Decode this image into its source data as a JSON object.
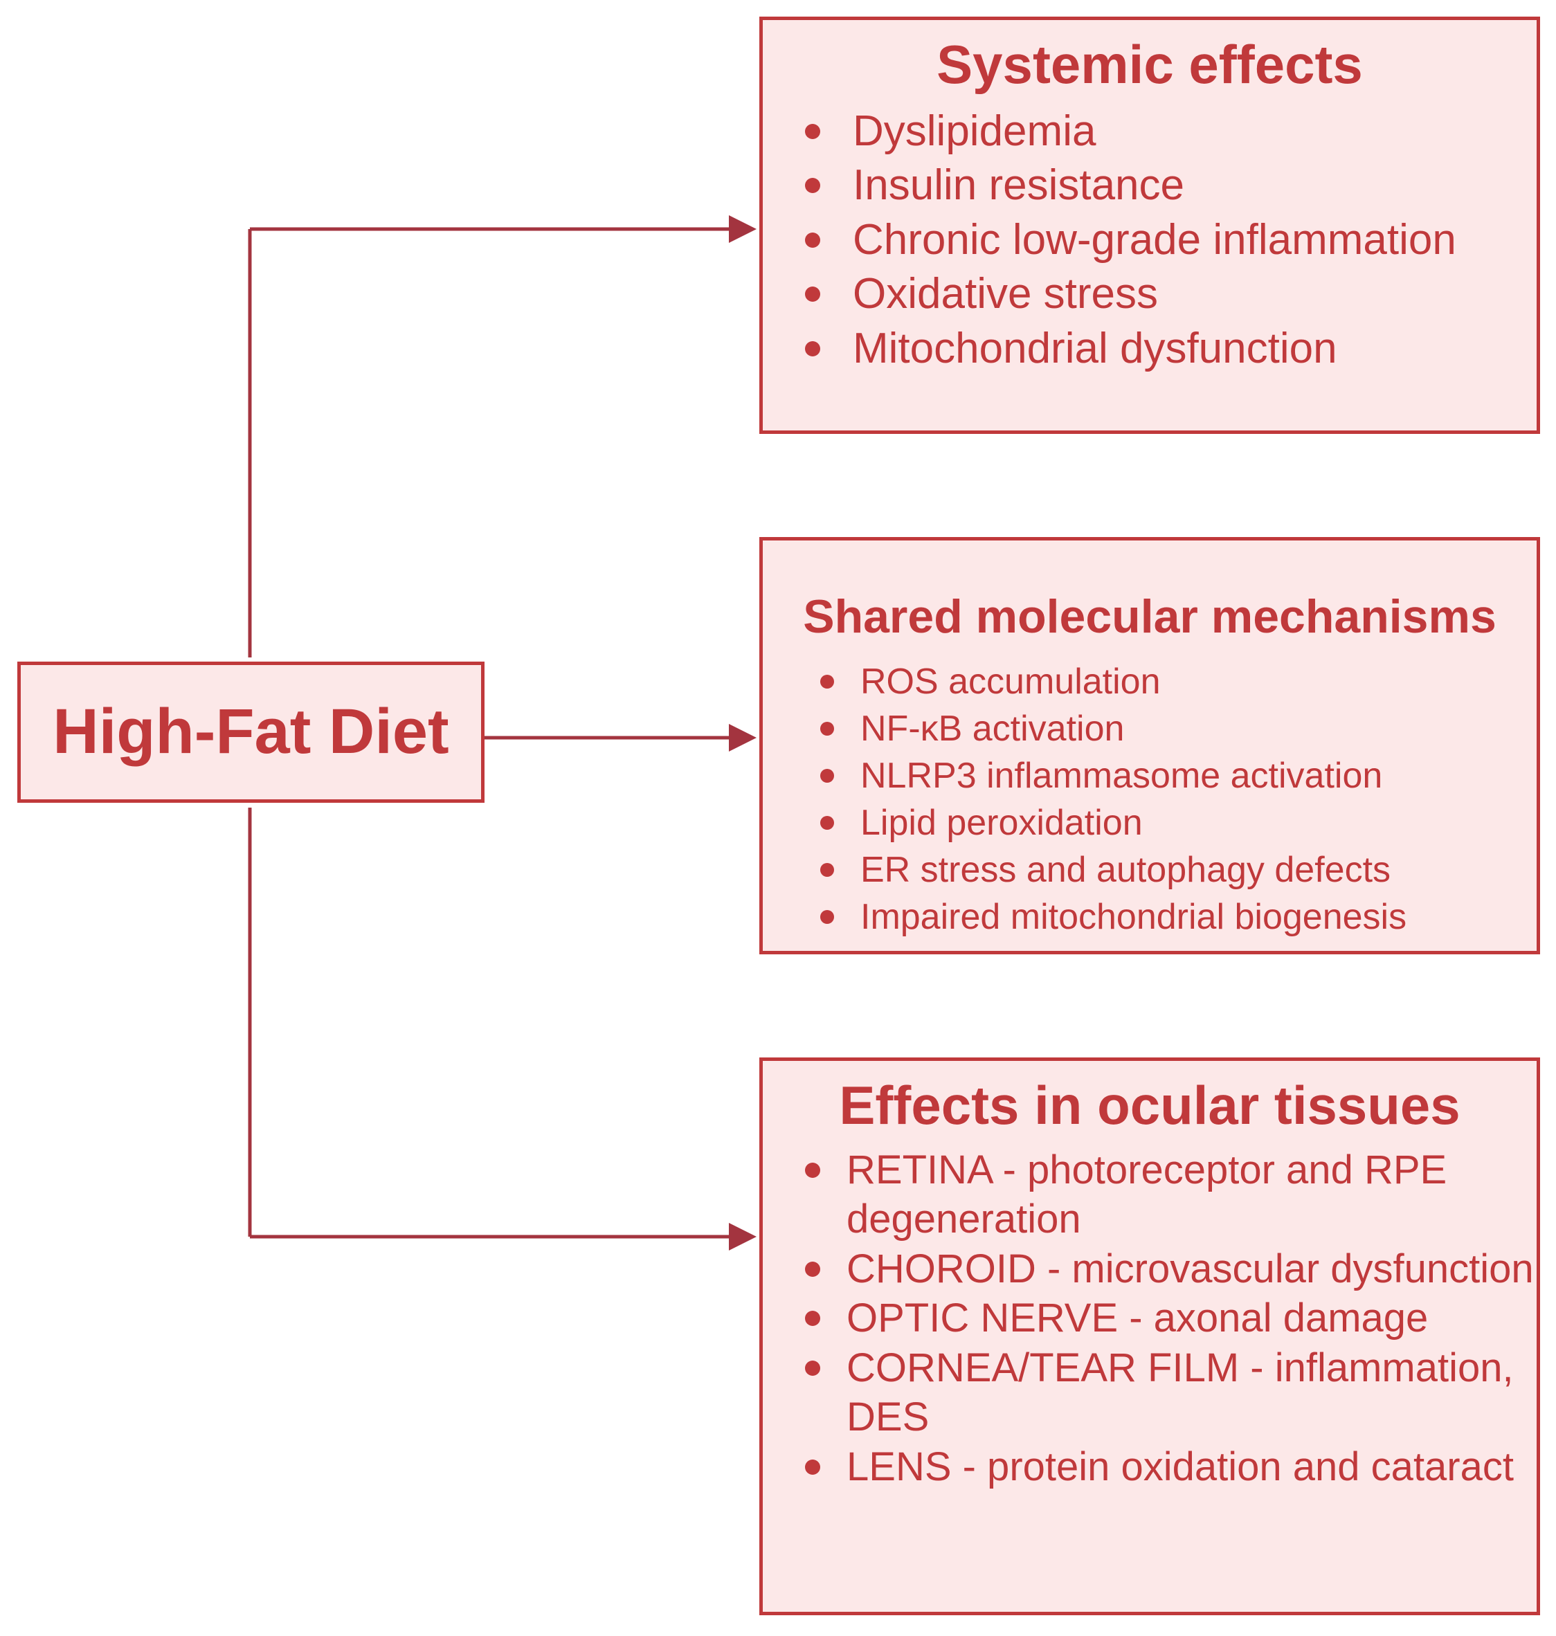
{
  "source_node": {
    "label": "High-Fat Diet"
  },
  "systemic": {
    "title": "Systemic effects",
    "items": [
      "Dyslipidemia",
      "Insulin resistance",
      "Chronic low-grade inflammation",
      "Oxidative stress",
      "Mitochondrial dysfunction"
    ]
  },
  "mechanisms": {
    "title": "Shared molecular mechanisms",
    "items": [
      "ROS accumulation",
      "NF-κB activation",
      "NLRP3 inflammasome activation",
      "Lipid peroxidation",
      "ER stress and autophagy defects",
      "Impaired mitochondrial biogenesis"
    ]
  },
  "ocular": {
    "title": "Effects in ocular tissues",
    "items": [
      "RETINA - photoreceptor and RPE degeneration",
      "CHOROID - microvascular dysfunction",
      "OPTIC NERVE - axonal damage",
      "CORNEA/TEAR FILM - inflammation, DES",
      "LENS - protein oxidation and cataract"
    ]
  },
  "colors": {
    "accent": "#c0393b",
    "box_fill": "#fce8e8",
    "connector": "#a3343f"
  }
}
